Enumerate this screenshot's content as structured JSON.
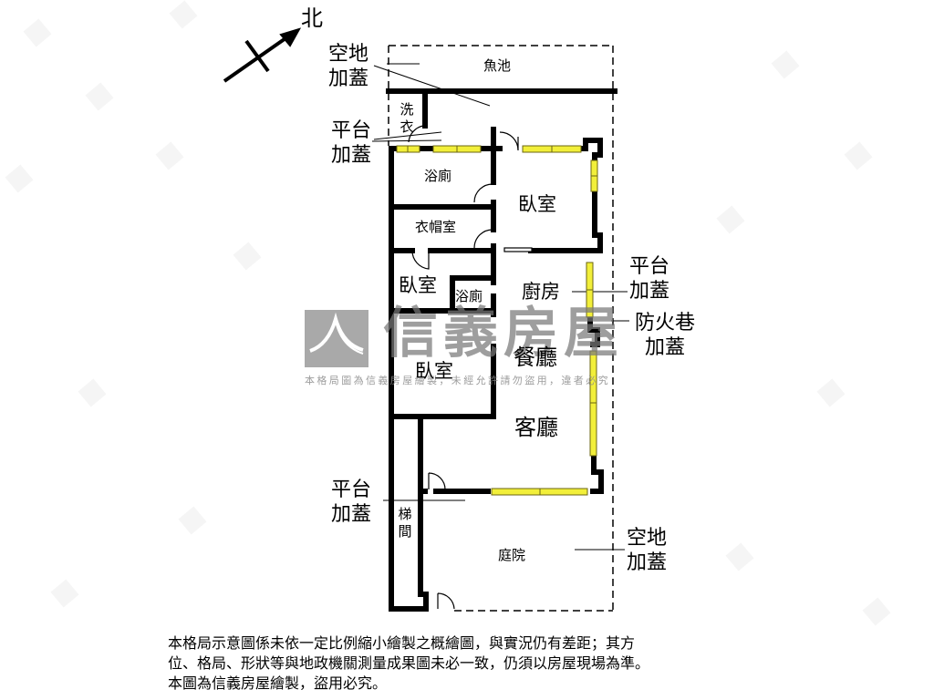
{
  "compass": {
    "direction_label": "北",
    "icon": "north-arrow-icon"
  },
  "rooms": {
    "fish_pond": "魚池",
    "laundry": "洗衣",
    "bathroom_top": "浴廁",
    "wardrobe": "衣帽室",
    "bedroom_master": "臥室",
    "bedroom_small": "臥室",
    "bathroom_small": "浴廁",
    "kitchen": "廚房",
    "dining": "餐廳",
    "bedroom_lower": "臥室",
    "living": "客廳",
    "stairwell": "梯間",
    "courtyard": "庭院"
  },
  "annotations": {
    "vacant_land_top": [
      "空地",
      "加蓋"
    ],
    "platform_top": [
      "平台",
      "加蓋"
    ],
    "platform_right": [
      "平台",
      "加蓋"
    ],
    "fire_lane": [
      "防火巷",
      "加蓋"
    ],
    "platform_bottom": [
      "平台",
      "加蓋"
    ],
    "vacant_land_bottom": [
      "空地",
      "加蓋"
    ]
  },
  "watermark": {
    "brand": "信義房屋",
    "notice": "本格局圖為信義房屋繪製，未經允許請勿盜用，違者必究",
    "logo_color": "#9b9b9b"
  },
  "disclaimer": {
    "lines": [
      "本格局示意圖係未依一定比例縮小繪製之概繪圖，與實況仍有差距；其方",
      "位、格局、形狀等與地政機關測量成果圖未必一致，仍須以房屋現場為準。",
      "本圖為信義房屋繪製，盜用必究。"
    ]
  },
  "colors": {
    "wall": "#000000",
    "window_fill": "#f2ef3a",
    "window_edge": "#8a8418",
    "boundary_dash": "#000000",
    "watermark_gray": "#8c8c8c"
  }
}
